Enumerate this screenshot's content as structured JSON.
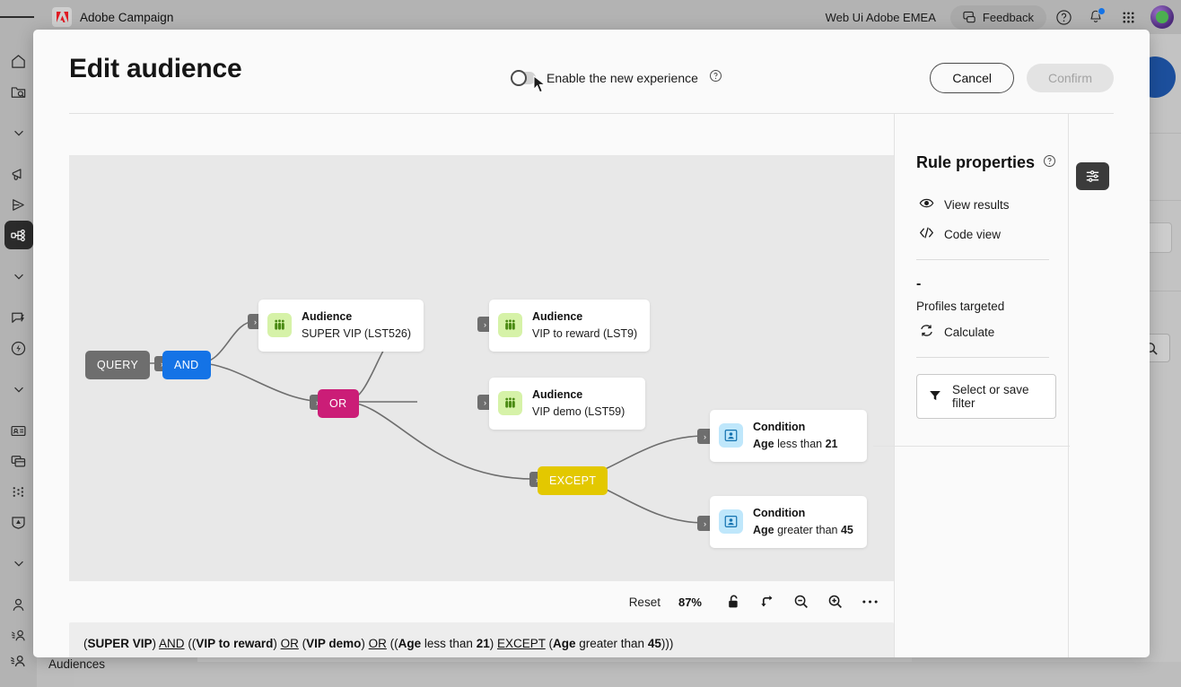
{
  "topbar": {
    "menu_icon": "hamburger-icon",
    "brand": "Adobe Campaign",
    "tenant": "Web Ui Adobe EMEA",
    "feedback": "Feedback",
    "help_icon": "help-circle-icon",
    "notifications_icon": "bell-icon",
    "apps_icon": "app-grid-icon",
    "avatar": "user-avatar"
  },
  "rail": {
    "items": [
      {
        "name": "home-icon"
      },
      {
        "name": "folder-search-icon"
      },
      {
        "name": "chevron-down-icon"
      },
      {
        "name": "megaphone-icon"
      },
      {
        "name": "paper-plane-icon"
      },
      {
        "name": "workflow-icon"
      },
      {
        "name": "chevron-down-icon"
      },
      {
        "name": "chat-bolt-icon"
      },
      {
        "name": "lightning-circle-icon"
      },
      {
        "name": "chevron-down-icon"
      },
      {
        "name": "id-card-icon"
      },
      {
        "name": "cards-stack-icon"
      },
      {
        "name": "dots-matrix-icon"
      },
      {
        "name": "shield-icon"
      },
      {
        "name": "chevron-down-icon"
      },
      {
        "name": "person-icon"
      },
      {
        "name": "audiences-icon"
      }
    ],
    "bottom_label": "Audiences"
  },
  "modal": {
    "title": "Edit audience",
    "toggle_label": "Enable the new experience",
    "toggle_on": false,
    "help_icon": "help-circle-icon",
    "cancel_label": "Cancel",
    "confirm_label": "Confirm",
    "confirm_disabled": true
  },
  "canvas": {
    "nodes": {
      "query": "QUERY",
      "and": "AND",
      "or": "OR",
      "except": "EXCEPT"
    },
    "cards": [
      {
        "type": "Audience",
        "name": "SUPER VIP (LST526)",
        "icon": "audience-icon",
        "icon_color": "#d6f2a8"
      },
      {
        "type": "Audience",
        "name": "VIP to reward (LST9)",
        "icon": "audience-icon",
        "icon_color": "#d6f2a8"
      },
      {
        "type": "Audience",
        "name": "VIP demo (LST59)",
        "icon": "audience-icon",
        "icon_color": "#d6f2a8"
      },
      {
        "type": "Condition",
        "field": "Age",
        "expr": " less than ",
        "value": "21",
        "icon": "condition-icon",
        "icon_color": "#bfe7fb"
      },
      {
        "type": "Condition",
        "field": "Age",
        "expr": " greater than ",
        "value": "45",
        "icon": "condition-icon",
        "icon_color": "#bfe7fb"
      }
    ],
    "colors": {
      "query": "#6e6e6e",
      "and": "#1473e6",
      "or": "#cb1d77",
      "except": "#e3c800"
    }
  },
  "toolbar": {
    "reset_label": "Reset",
    "zoom_level": "87%",
    "lock_icon": "unlock-icon",
    "layout_icon": "reroute-arrow-icon",
    "zoom_out_icon": "zoom-out-icon",
    "zoom_in_icon": "zoom-in-icon",
    "more_icon": "more-horizontal-icon"
  },
  "formula": {
    "parts": [
      {
        "t": "(",
        "s": "plain"
      },
      {
        "t": "SUPER VIP",
        "s": "bold"
      },
      {
        "t": ") ",
        "s": "plain"
      },
      {
        "t": "AND",
        "s": "under"
      },
      {
        "t": " ((",
        "s": "plain"
      },
      {
        "t": "VIP to reward",
        "s": "bold"
      },
      {
        "t": ") ",
        "s": "plain"
      },
      {
        "t": "OR",
        "s": "under"
      },
      {
        "t": " (",
        "s": "plain"
      },
      {
        "t": "VIP demo",
        "s": "bold"
      },
      {
        "t": ") ",
        "s": "plain"
      },
      {
        "t": "OR",
        "s": "under"
      },
      {
        "t": " ((",
        "s": "plain"
      },
      {
        "t": "Age",
        "s": "bold"
      },
      {
        "t": " less than ",
        "s": "plain"
      },
      {
        "t": "21",
        "s": "bold"
      },
      {
        "t": ") ",
        "s": "plain"
      },
      {
        "t": "EXCEPT",
        "s": "under"
      },
      {
        "t": " (",
        "s": "plain"
      },
      {
        "t": "Age",
        "s": "bold"
      },
      {
        "t": " greater than ",
        "s": "plain"
      },
      {
        "t": "45",
        "s": "bold"
      },
      {
        "t": ")))",
        "s": "plain"
      }
    ]
  },
  "properties": {
    "title": "Rule properties",
    "help_icon": "help-circle-icon",
    "view_results": "View results",
    "view_results_icon": "eye-icon",
    "code_view": "Code view",
    "code_view_icon": "code-brackets-icon",
    "profiles_count": "-",
    "profiles_label": "Profiles targeted",
    "calculate": "Calculate",
    "calculate_icon": "refresh-icon",
    "filter_button": "Select or save filter",
    "filter_icon": "funnel-icon",
    "sliders_icon": "sliders-icon"
  }
}
